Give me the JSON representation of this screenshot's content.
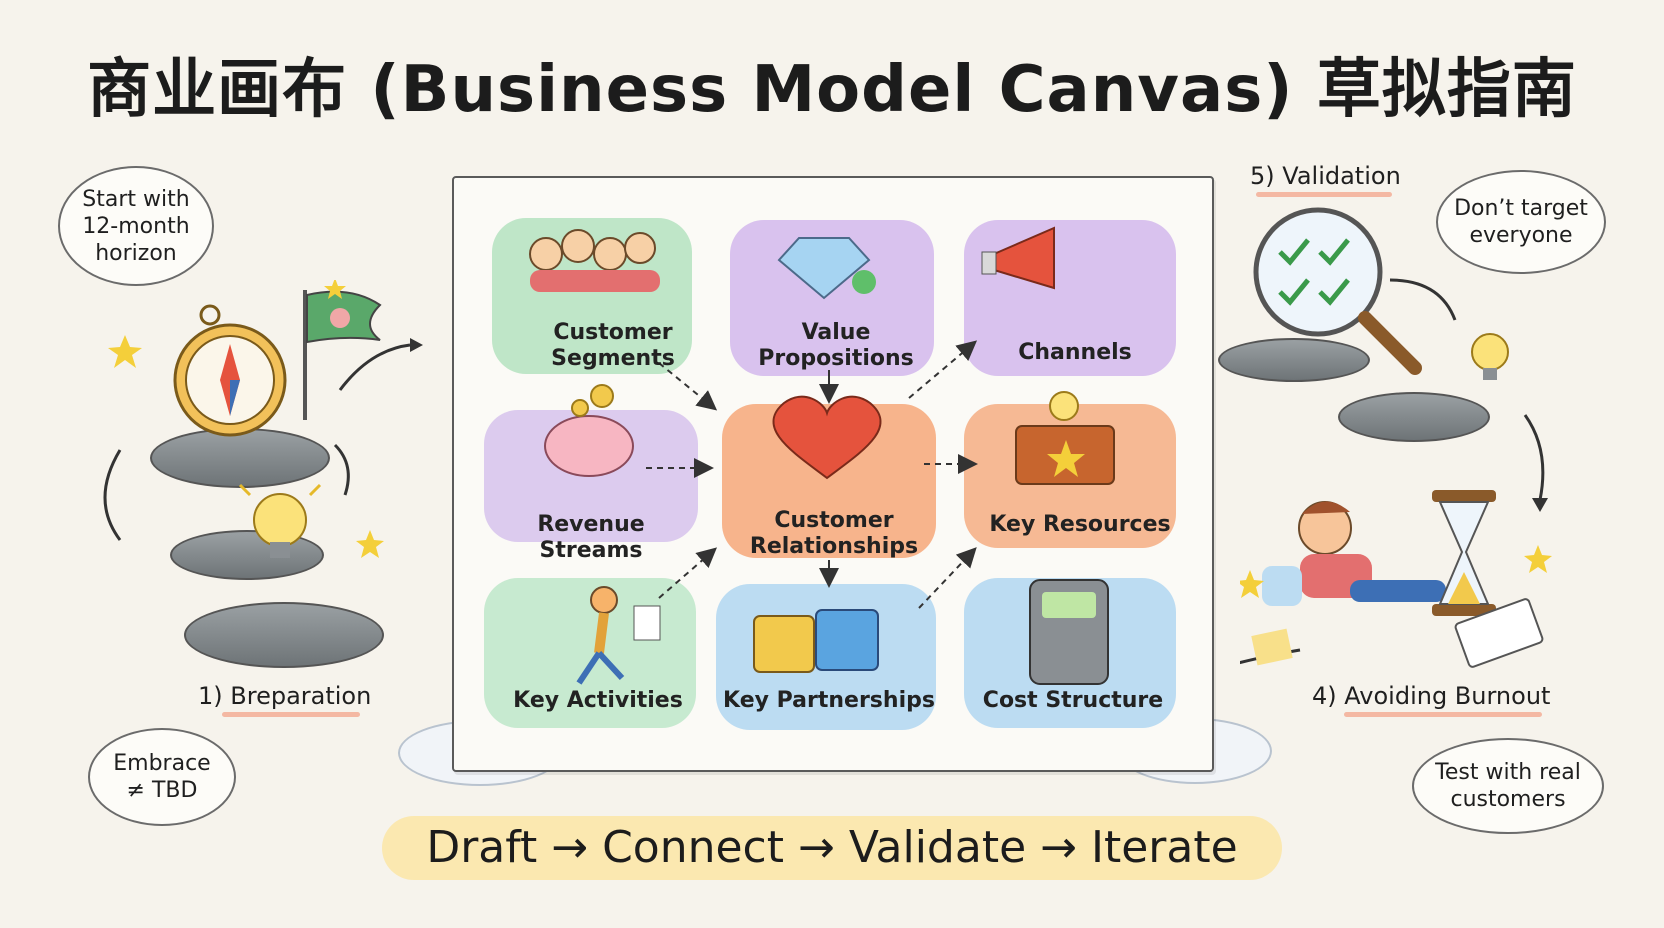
{
  "title": "商业画布 (Business Model Canvas) 草拟指南",
  "canvas": {
    "blocks": [
      {
        "key": "customer_segments",
        "label_line1": "Customer",
        "label_line2": "Segments",
        "color": "#bfe6c8"
      },
      {
        "key": "value_propositions",
        "label_line1": "Value",
        "label_line2": "Propositions",
        "color": "#d9c2ee"
      },
      {
        "key": "channels",
        "label_line1": "Channels",
        "label_line2": "",
        "color": "#d9c2ee"
      },
      {
        "key": "revenue_streams",
        "label_line1": "Revenue Streams",
        "label_line2": "",
        "color": "#dccbee"
      },
      {
        "key": "customer_relationships",
        "label_line1": "Customer",
        "label_line2": "Relationships",
        "color": "#f7b48c"
      },
      {
        "key": "key_resources",
        "label_line1": "Key Resources",
        "label_line2": "",
        "color": "#f6b994"
      },
      {
        "key": "key_activities",
        "label_line1": "Key Activities",
        "label_line2": "",
        "color": "#c7ead0"
      },
      {
        "key": "key_partnerships",
        "label_line1": "Key Partnerships",
        "label_line2": "",
        "color": "#bcdcf2"
      },
      {
        "key": "cost_structure",
        "label_line1": "Cost Structure",
        "label_line2": "",
        "color": "#bcdcf2"
      }
    ]
  },
  "left": {
    "bubble_top": "Start with 12-month horizon",
    "bubble_top_lines": [
      "Start with",
      "12-month",
      "horizon"
    ],
    "step_label": "1) Breparation",
    "bubble_bottom_lines": [
      "Embrace",
      "≠ TBD"
    ]
  },
  "right": {
    "step_top": "5) Validation",
    "bubble_top_lines": [
      "Don’t target",
      "everyone"
    ],
    "step_bottom": "4) Avoiding Burnout",
    "bubble_bottom_lines": [
      "Test with real",
      "customers"
    ]
  },
  "flow": "Draft → Connect → Validate → Iterate",
  "colors": {
    "underline": "#f4b8a3",
    "flow_band": "#fbe7ad",
    "green": "#bfe6c8",
    "purple": "#d9c2ee",
    "orange": "#f7b48c",
    "blue": "#bcdcf2"
  }
}
